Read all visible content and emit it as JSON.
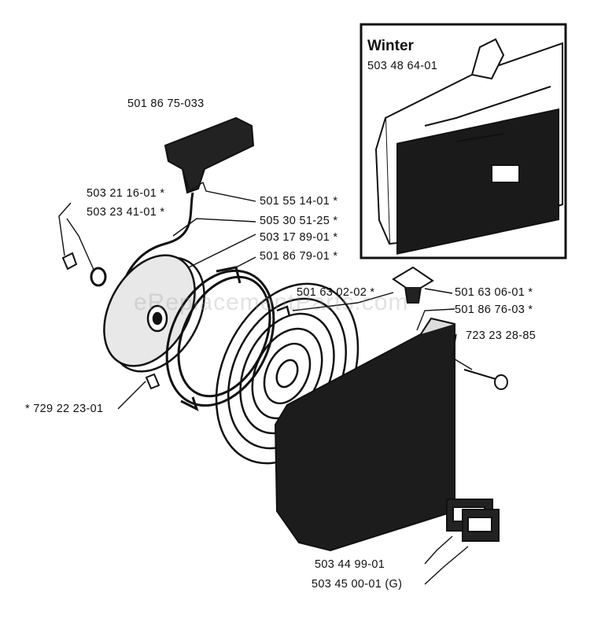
{
  "inset": {
    "title": "Winter",
    "part": "503 48 64-01"
  },
  "watermark": "eReplacementParts.com",
  "labels": {
    "l1": "501 86 75-033",
    "l2": "503 21 16-01  *",
    "l3": "503 23 41-01  *",
    "l4": "501 55 14-01  *",
    "l5": "505 30 51-25  *",
    "l6": "503 17 89-01  *",
    "l7": "501 86 79-01  *",
    "l8": "501 63 02-02  *",
    "l9": "501 63 06-01  *",
    "l10": "501 86 76-03  *",
    "l11": "723 23 28-85",
    "l12": "*  729 22 23-01",
    "l13": "503 44 99-01",
    "l14": "503 45 00-01 (G)"
  }
}
